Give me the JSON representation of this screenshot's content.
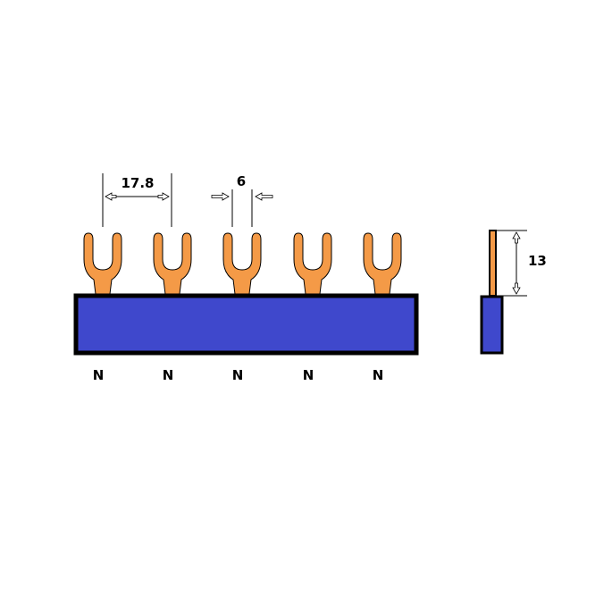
{
  "colors": {
    "busbar": "#3f48cc",
    "fork": "#f49a47",
    "outline": "#000000",
    "background": "#ffffff"
  },
  "dimensions": {
    "pitch": "17.8",
    "pin_width": "6",
    "pin_height": "13"
  },
  "poles": [
    {
      "label": "N"
    },
    {
      "label": "N"
    },
    {
      "label": "N"
    },
    {
      "label": "N"
    },
    {
      "label": "N"
    }
  ]
}
